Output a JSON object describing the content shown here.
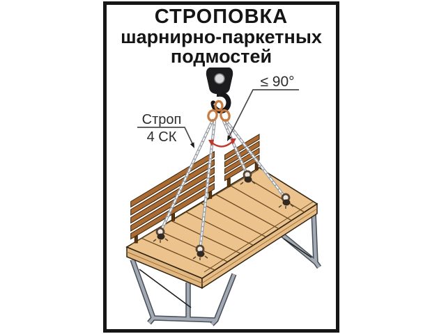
{
  "poster": {
    "title": {
      "line1": "СТРОПОВКА",
      "line2": "шарнирно-паркетных",
      "line3": "подмостей"
    },
    "labels": {
      "sling_name": "Строп",
      "sling_type": "4 СК",
      "max_angle": "≤ 90°"
    },
    "colors": {
      "frame_border": "#161616",
      "background": "#ffffff",
      "deck_top": "#ecc28d",
      "deck_side_left": "#e2b67f",
      "deck_side_right": "#e8bd85",
      "plank_line": "#6a4a22",
      "guardrail_wood": "#a96a33",
      "guardrail_outline": "#3d2408",
      "guardrail_post": "#5a3513",
      "steel_leg": "#a3aab3",
      "steel_leg_outline": "#49505a",
      "crane_hook": "#1c1c1f",
      "pulley": "#d9d9d9",
      "master_link": "#c87b3f",
      "chain": "#9aa0a5",
      "angle_arc_red": "#c43428",
      "leader_line": "#4a4a4a",
      "label_text": "#2c2c2c",
      "title_text": "#151515"
    }
  }
}
